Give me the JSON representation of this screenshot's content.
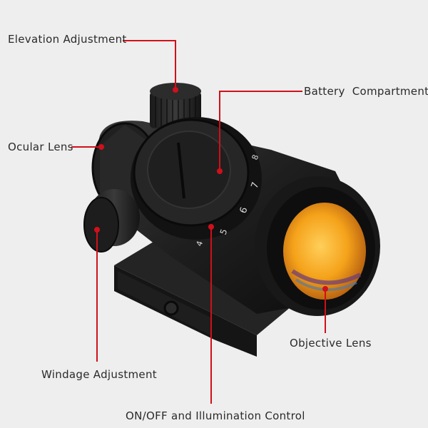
{
  "labels": {
    "elevation": "Elevation Adjustment",
    "battery": "Battery  Compartment",
    "ocular": "Ocular Lens",
    "objective": "Objective Lens",
    "windage": "Windage Adjustment",
    "onoff": "ON/OFF and Illumination Control"
  },
  "dial_numbers": [
    "4",
    "5",
    "6",
    "7",
    "8"
  ],
  "colors": {
    "background": "#eeeeee",
    "leader": "#d0101a",
    "body": "#1c1c1c",
    "lens": "#f5a21a"
  }
}
